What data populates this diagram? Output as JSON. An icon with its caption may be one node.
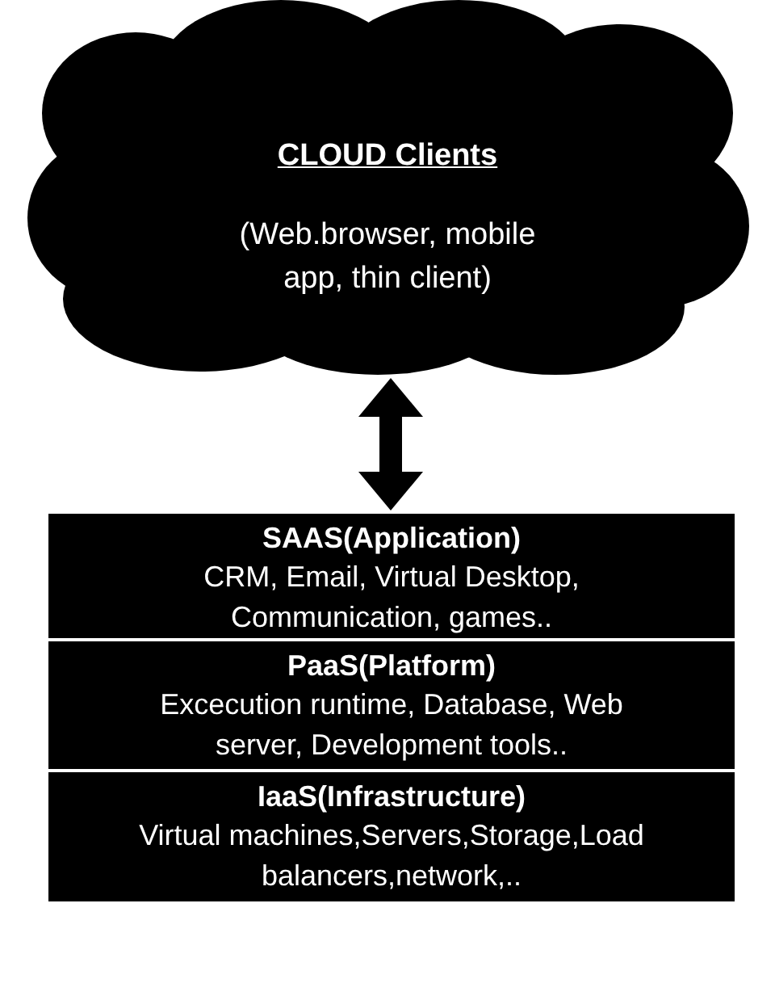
{
  "diagram": {
    "nodes": [
      {
        "text": [
          "CLOUD Clients",
          "(Web.browser, mobile app, thin client)"
        ]
      },
      {
        "text": [
          "SAAS(Application)",
          "CRM, Email, Virtual Desktop, Communication, games.."
        ]
      },
      {
        "text": [
          "PaaS(Platform)",
          "Excecution runtime, Database, Web server, Development tools.."
        ]
      },
      {
        "text": [
          "IaaS(Infrastructure)",
          "Virtual machines,Servers,Storage,Load balancers,network,.."
        ]
      }
    ],
    "edges": [
      {
        "from": 0,
        "to": 1,
        "arrow": "both"
      }
    ]
  }
}
